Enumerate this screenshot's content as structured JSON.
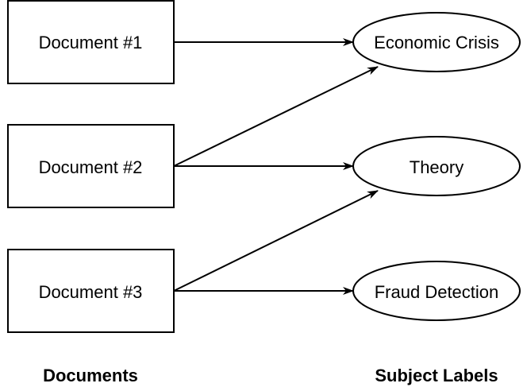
{
  "documents": [
    {
      "label": "Document #1"
    },
    {
      "label": "Document #2"
    },
    {
      "label": "Document #3"
    }
  ],
  "subjects": [
    {
      "label": "Economic Crisis"
    },
    {
      "label": "Theory"
    },
    {
      "label": "Fraud Detection"
    }
  ],
  "edges": [
    {
      "from": "Document #1",
      "to": "Economic Crisis"
    },
    {
      "from": "Document #2",
      "to": "Economic Crisis"
    },
    {
      "from": "Document #2",
      "to": "Theory"
    },
    {
      "from": "Document #3",
      "to": "Theory"
    },
    {
      "from": "Document #3",
      "to": "Fraud Detection"
    }
  ],
  "captions": {
    "documents": "Documents",
    "subjects": "Subject Labels"
  }
}
